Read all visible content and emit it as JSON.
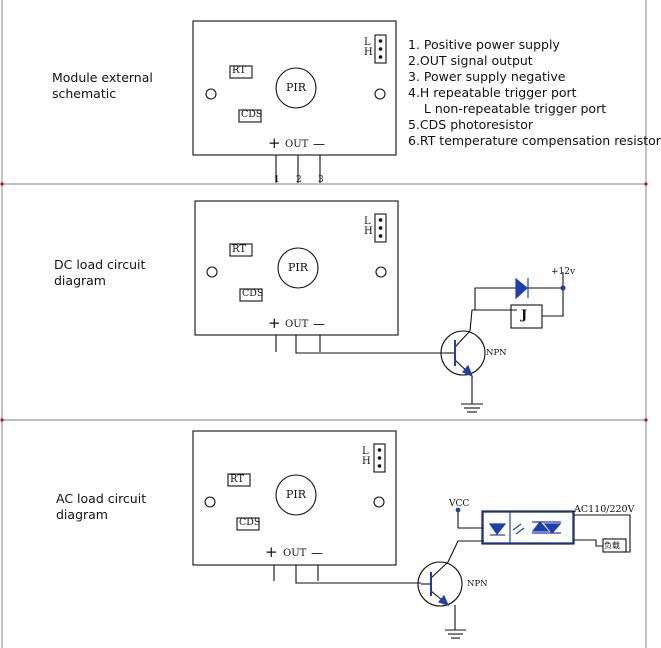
{
  "panels": [
    {
      "caption": "Module external\nschematic"
    },
    {
      "caption": "DC load circuit\ndiagram"
    },
    {
      "caption": "AC load circuit\ndiagram"
    }
  ],
  "pin_list": [
    "1. Positive power supply",
    "2.OUT signal output",
    "3. Power supply negative",
    "4.H repeatable trigger port",
    "    L non-repeatable trigger port",
    "5.CDS photoresistor",
    "6.RT temperature compensation resistor"
  ],
  "module": {
    "rt": "RT",
    "cds": "CDS",
    "pir": "PIR",
    "l": "L",
    "h": "H",
    "out": "OUT",
    "plus": "+",
    "minus": "—",
    "pin_numbers": [
      "1",
      "2",
      "3"
    ]
  },
  "dc_circuit": {
    "supply": "+12v",
    "relay": "J",
    "transistor": "NPN"
  },
  "ac_circuit": {
    "vcc": "VCC",
    "mains": "AC110/220V",
    "load": "负载",
    "transistor": "NPN"
  },
  "colors": {
    "line": "#111111",
    "component_blue": "#1f3fae",
    "frame_red": "#b0141e"
  }
}
